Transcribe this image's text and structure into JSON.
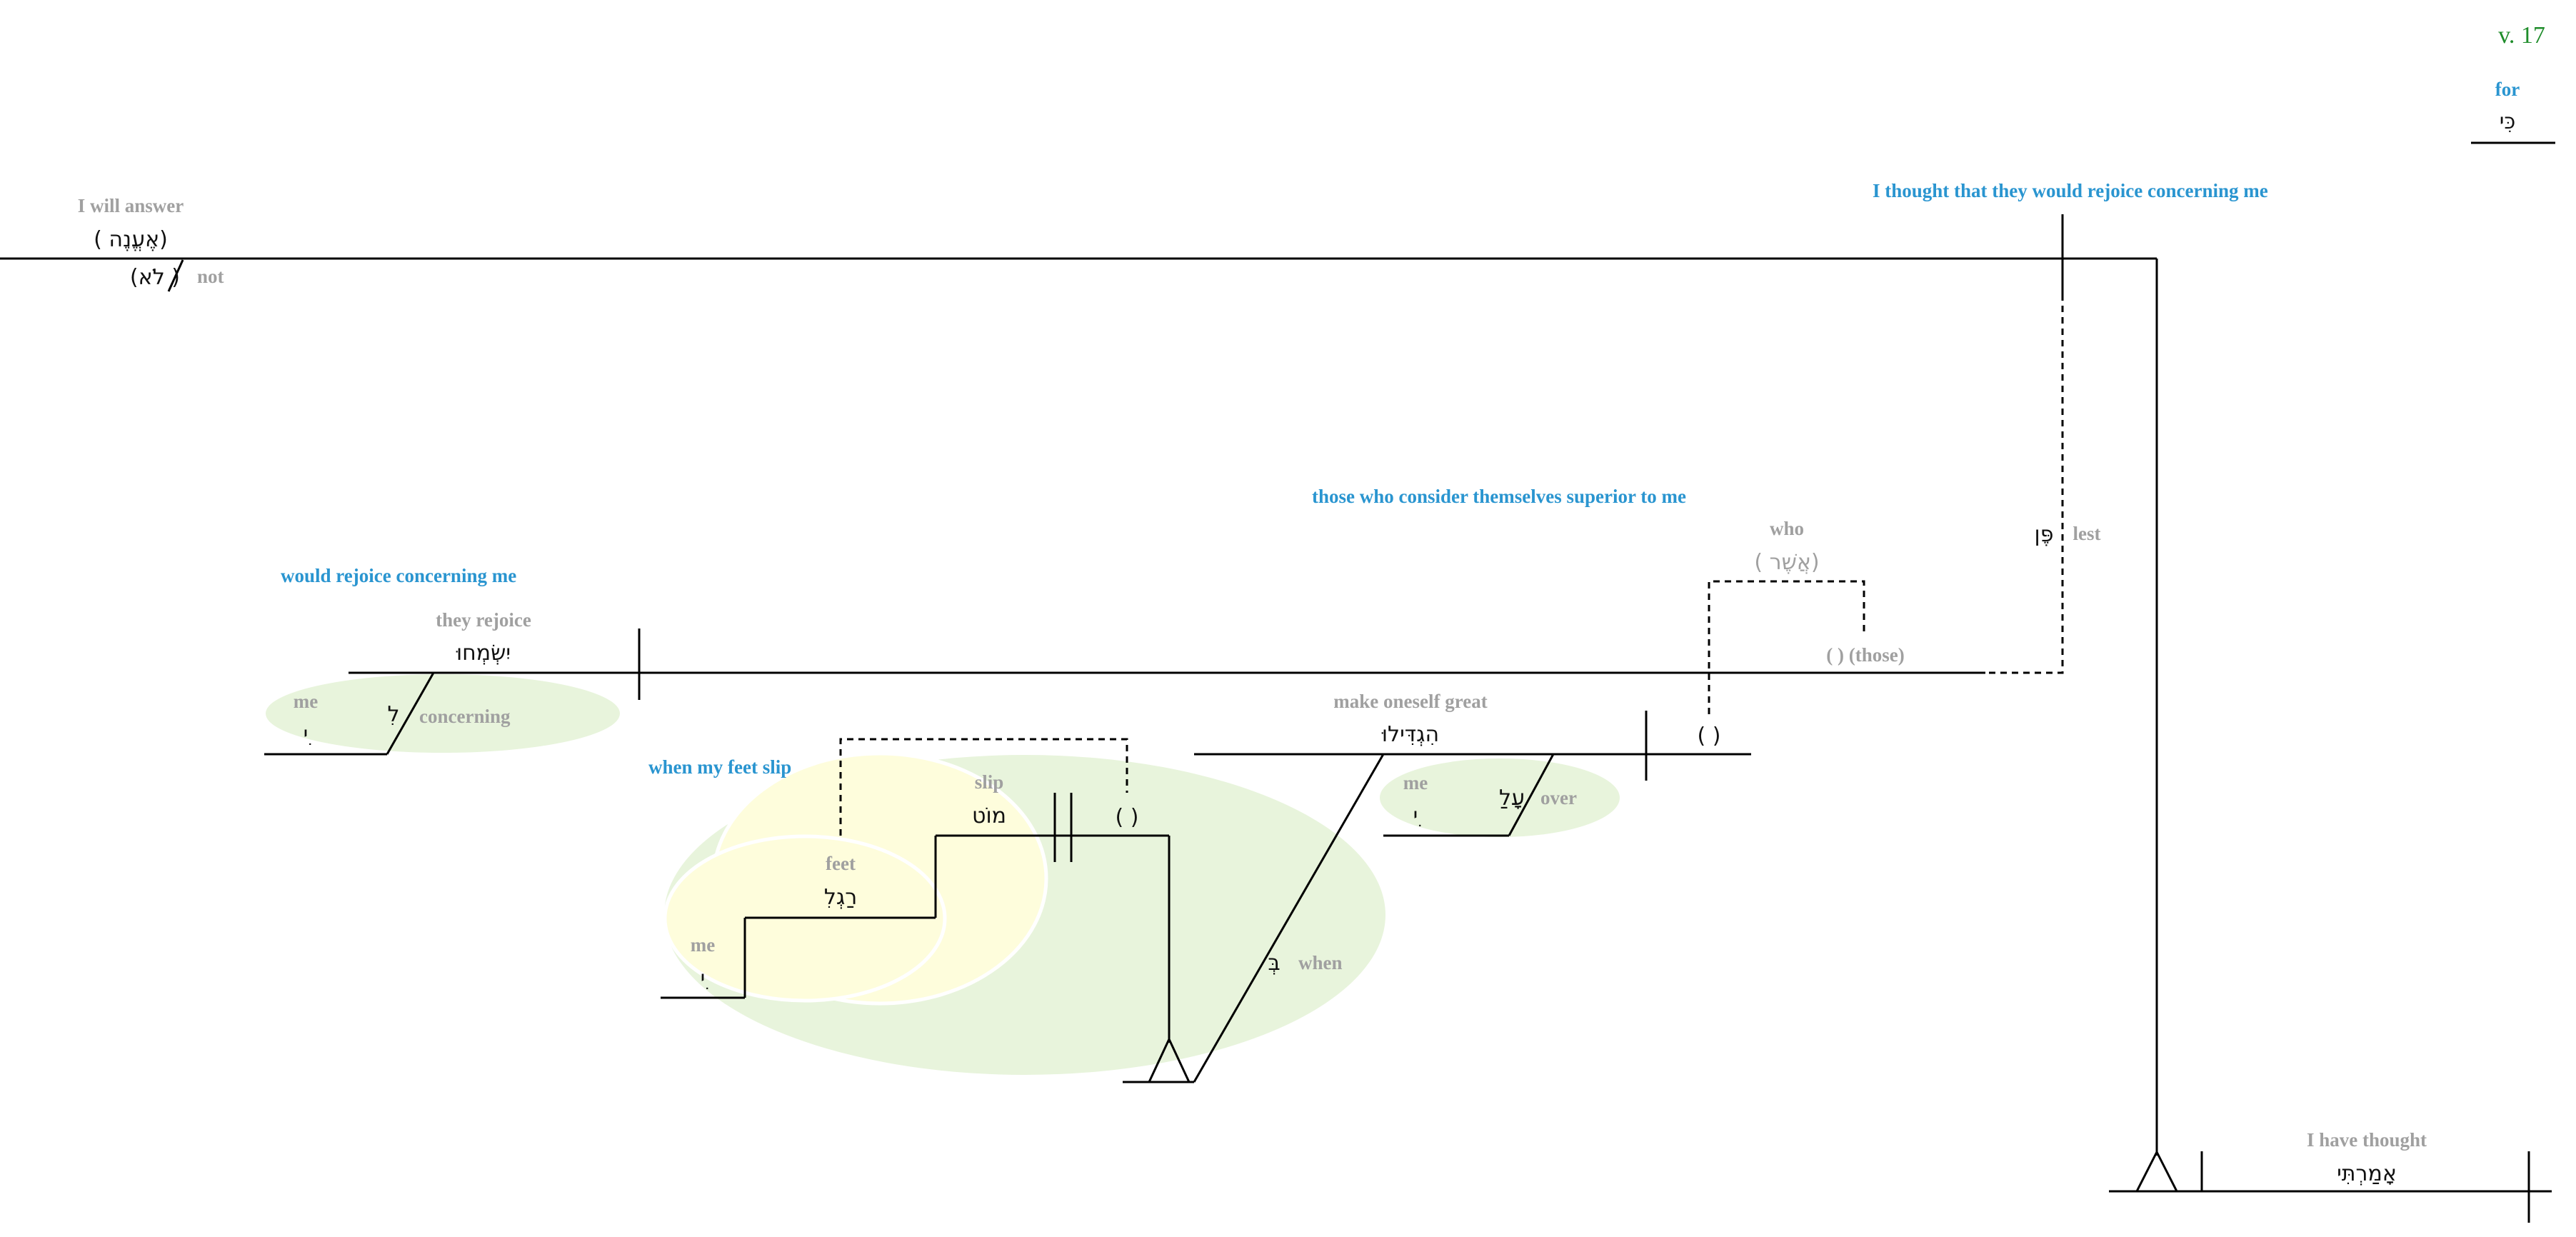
{
  "verse": "v. 17",
  "labels": {
    "for_en": "for",
    "for_heb": "כִּי",
    "answer_en": "I will answer",
    "answer_heb": "( אֶעֱנֶה)",
    "not_heb": "(לֹא )",
    "not_en": "not",
    "thought_clause": "I thought that they would rejoice concerning me",
    "lest_heb": "פֶּן",
    "lest_en": "lest",
    "superior_clause": "those who consider themselves superior to me",
    "who_en": "who",
    "who_heb": "( אֲשֶׁר)",
    "those": "( ) (those)",
    "rejoice_clause": "would rejoice concerning me",
    "rejoice_en": "they rejoice",
    "rejoice_heb": "יִשְׂמְחוּ",
    "me1_en": "me",
    "me1_heb": "ִי",
    "concerning_heb": "לִ",
    "concerning_en": "concerning",
    "great_en": "make oneself great",
    "great_heb": "הִגְדִּילוּ",
    "empty_subj": "( )",
    "me2_en": "me",
    "me2_heb": "ִי",
    "over_heb": "עָלַ",
    "over_en": "over",
    "feet_clause": "when my feet slip",
    "slip_en": "slip",
    "slip_heb": "מוֹט",
    "empty_subj2": "( )",
    "feet_en": "feet",
    "feet_heb": "רַגְלִ",
    "me3_en": "me",
    "me3_heb": "ִי",
    "when_heb": "בְּ",
    "when_en": "when",
    "thought_en": "I have thought",
    "thought_heb": "אָמַרְתִּי"
  },
  "colors": {
    "gray_text": "#a0a0a0",
    "clause_blue": "#2a95d0",
    "verse_green": "#1e8c2a",
    "green_highlight": "#e8f4dc",
    "yellow_highlight": "#fefddc"
  }
}
